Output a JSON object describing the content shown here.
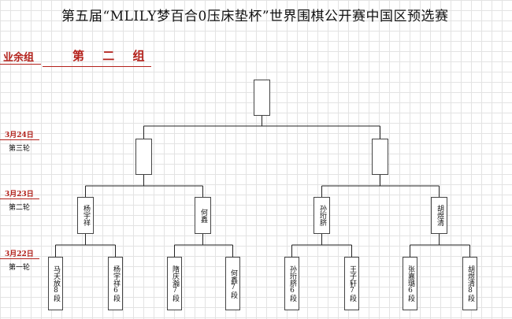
{
  "title": "第五届“MLILY梦百合0压床垫杯”世界围棋公开赛中国区预选赛",
  "section_label": "业余组",
  "group_label": "第 二 组",
  "rounds": [
    {
      "date": "3月24日",
      "round": "第三轮"
    },
    {
      "date": "3月23日",
      "round": "第二轮"
    },
    {
      "date": "3月22日",
      "round": "第一轮"
    }
  ],
  "first_round": [
    {
      "name": "马天放",
      "rank": "8段"
    },
    {
      "name": "杨宇祥",
      "rank": "6段"
    },
    {
      "name": "隋庆瀚",
      "rank": "7段"
    },
    {
      "name": "何鑫",
      "rank": "7段"
    },
    {
      "name": "孙珩脐",
      "rank": "6段"
    },
    {
      "name": "王子轩",
      "rank": "7段"
    },
    {
      "name": "张嘉璐",
      "rank": "6段"
    },
    {
      "name": "胡煜清",
      "rank": "8段"
    }
  ],
  "second_round": [
    {
      "name": "杨宇祥"
    },
    {
      "name": "何鑫"
    },
    {
      "name": "孙珩脐"
    },
    {
      "name": "胡煜清"
    }
  ],
  "third_round": [
    {
      "name": ""
    },
    {
      "name": ""
    }
  ],
  "final": {
    "name": ""
  }
}
